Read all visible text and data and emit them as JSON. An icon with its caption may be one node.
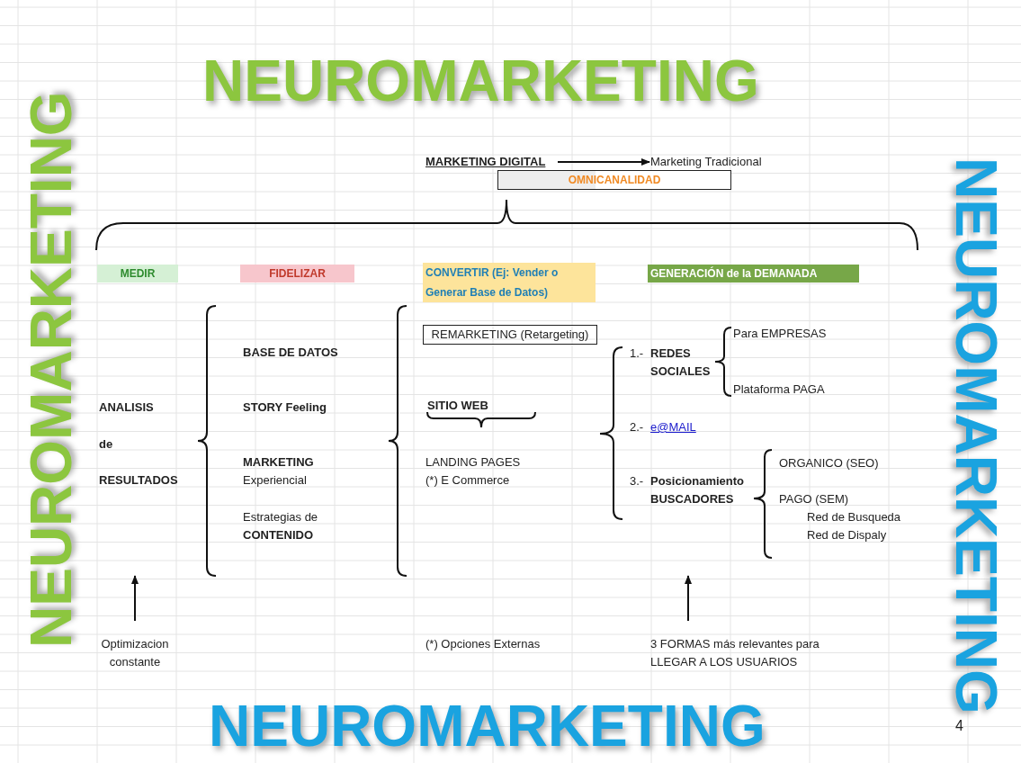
{
  "diagram": {
    "title": "NEUROMARKETING",
    "nodes": [
      {
        "text": [
          "MARKETING DIGITAL"
        ]
      },
      {
        "text": [
          "Marketing Tradicional"
        ]
      },
      {
        "text": [
          "OMNICANALIDAD"
        ]
      },
      {
        "text": [
          "MEDIR"
        ]
      },
      {
        "text": [
          "FIDELIZAR"
        ]
      },
      {
        "text": [
          "CONVERTIR (Ej: Vender o Generar Base de Datos)"
        ]
      },
      {
        "text": [
          "GENERACIÓN de la DEMANADA"
        ]
      },
      {
        "text": [
          "REMARKETING (Retargeting)"
        ]
      },
      {
        "text": [
          "Optimizacion constante"
        ]
      },
      {
        "text": [
          "3 FORMAS más relevantes para LLEGAR A LOS USUARIOS"
        ]
      }
    ],
    "edges": [
      {
        "from": 0,
        "to": 1,
        "arrow": "to"
      },
      {
        "from": 8,
        "to": null,
        "arrow": "to"
      },
      {
        "from": 9,
        "to": null,
        "arrow": "to"
      }
    ],
    "labels": [
      "NEUROMARKETING",
      "NEUROMARKETING",
      "BASE DE DATOS",
      "Para EMPRESAS",
      "1.-",
      "REDES SOCIALES",
      "Plataforma PAGA",
      "ANALISIS",
      "STORY Feeling",
      "SITIO WEB",
      "2.-",
      "e@MAIL",
      "de",
      "**MARKETING** Experiencial",
      "LANDING PAGES",
      "(*) E Commerce",
      "ORGANICO (SEO)",
      "3.-",
      "Posicionamiento BUSCADORES",
      "RESULTADOS",
      "PAGO (SEM)",
      "Estrategias de **CONTENIDO**",
      "Red de Busqueda",
      "Red de Dispaly",
      "(*) Opciones Externas",
      "NEUROMARKETING",
      "4"
    ]
  }
}
